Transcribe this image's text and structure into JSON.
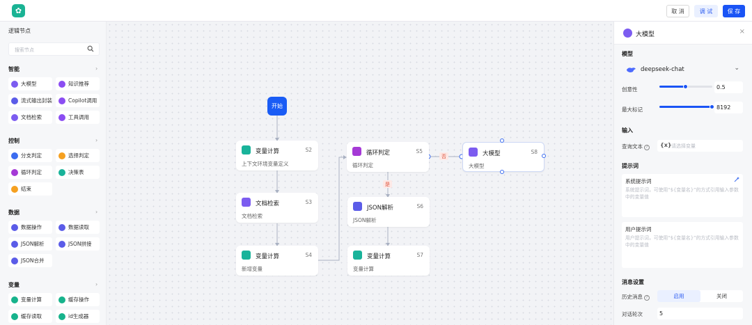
{
  "topbar": {
    "cancel": "取 消",
    "debug": "调 试",
    "save": "保 存"
  },
  "sidebar": {
    "title": "逻辑节点",
    "search_placeholder": "搜索节点",
    "categories": [
      {
        "name": "智能",
        "items": [
          "大模型",
          "知识推荐",
          "流式输出封装",
          "Copilot调用",
          "文档检索",
          "工具调用"
        ]
      },
      {
        "name": "控制",
        "items": [
          "分支判定",
          "选择判定",
          "循环判定",
          "决策表",
          "结束"
        ]
      },
      {
        "name": "数据",
        "items": [
          "数据操作",
          "数据读取",
          "JSON解析",
          "JSON拼接",
          "JSON合并"
        ]
      },
      {
        "name": "变量",
        "items": [
          "变量计算",
          "缓存操作",
          "缓存读取",
          "id生成器"
        ]
      }
    ]
  },
  "canvas": {
    "start_label": "开始",
    "nodes": [
      {
        "title": "变量计算",
        "id": "S2",
        "desc": "上下文环境变量定义"
      },
      {
        "title": "文档检索",
        "id": "S3",
        "desc": "文档检索"
      },
      {
        "title": "变量计算",
        "id": "S4",
        "desc": "新增变量"
      },
      {
        "title": "循环判定",
        "id": "S5",
        "desc": "循环判定"
      },
      {
        "title": "JSON解析",
        "id": "S6",
        "desc": "JSON解析"
      },
      {
        "title": "变量计算",
        "id": "S7",
        "desc": "变量计算"
      },
      {
        "title": "大模型",
        "id": "S8",
        "desc": "大模型"
      }
    ],
    "tag_no": "否",
    "tag_yes": "是"
  },
  "panel": {
    "title": "大模型",
    "section_model": "模型",
    "model_name": "deepseek-chat",
    "creativity_label": "创意性",
    "creativity_value": "0.5",
    "creativity_fraction": 0.5,
    "max_tokens_label": "最大标记",
    "max_tokens_value": "8192",
    "max_tokens_fraction": 1.0,
    "section_input": "输入",
    "query_label": "查询文本",
    "query_placeholder": "请选择变量",
    "section_prompt": "提示词",
    "system_prompt_label": "系统提示词",
    "system_prompt_placeholder": "系统提示词，可使用“${变量名}”的方式引用输入参数中的变量值",
    "user_prompt_label": "用户提示词",
    "user_prompt_placeholder": "用户提示词，可使用“${变量名}”的方式引用输入参数中的变量值",
    "section_message": "消息设置",
    "history_label": "历史消息",
    "history_on": "启用",
    "history_off": "关闭",
    "rounds_label": "对话轮次",
    "rounds_value": "5"
  },
  "colors": {
    "accent": "#1a54f5",
    "teal": "#19b39a",
    "purple": "#7c5cf0"
  }
}
